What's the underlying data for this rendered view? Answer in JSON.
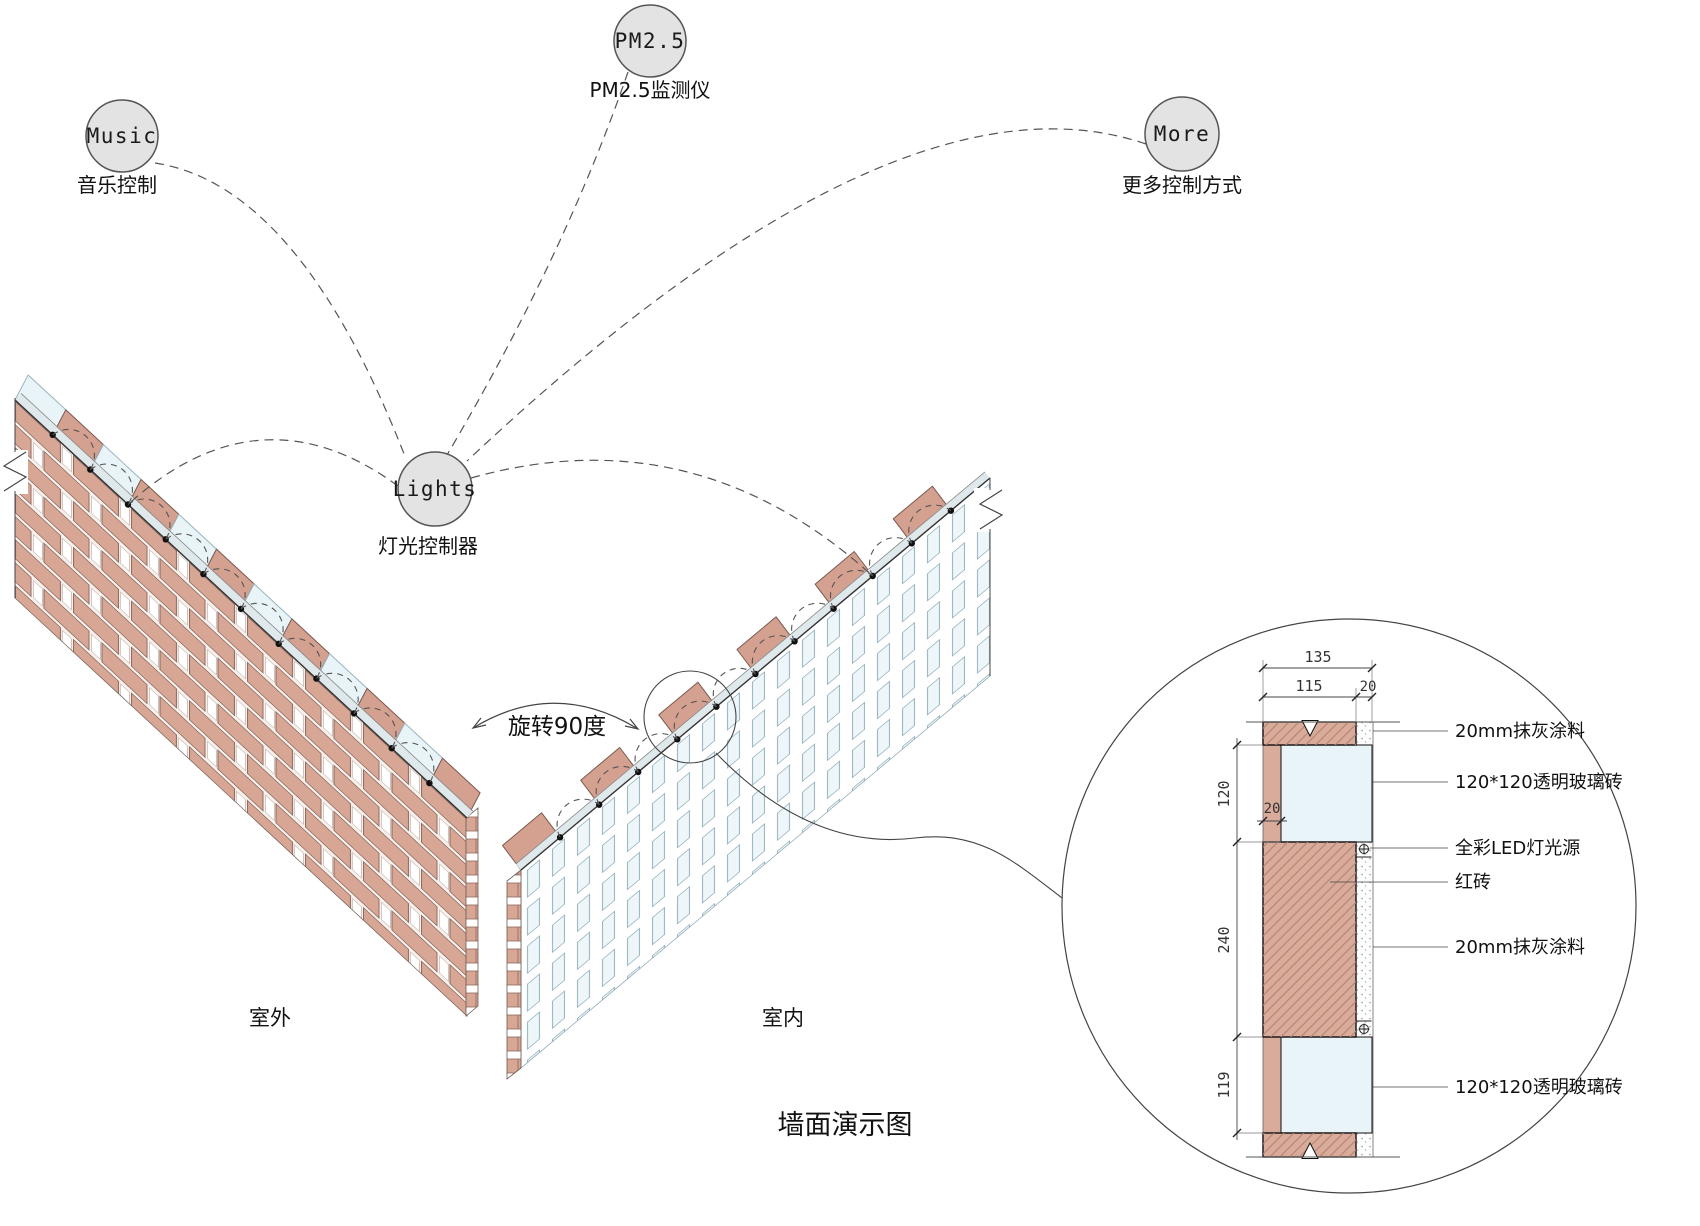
{
  "nodes": {
    "music": {
      "label": "Music",
      "caption": "音乐控制"
    },
    "pm25": {
      "label": "PM2.5",
      "caption": "PM2.5监测仪"
    },
    "more": {
      "label": "More",
      "caption": "更多控制方式"
    },
    "lights": {
      "label": "Lights",
      "caption": "灯光控制器"
    }
  },
  "scene": {
    "rotate_label": "旋转90度",
    "outdoor_label": "室外",
    "indoor_label": "室内",
    "title": "墙面演示图"
  },
  "detail": {
    "dim_135": "135",
    "dim_115": "115",
    "dim_20_top": "20",
    "dim_120": "120",
    "dim_20_inner": "20",
    "dim_240": "240",
    "dim_119": "119",
    "labels": [
      "20mm抹灰涂料",
      "120*120透明玻璃砖",
      "全彩LED灯光源",
      "红砖",
      "20mm抹灰涂料",
      "120*120透明玻璃砖"
    ]
  },
  "colors": {
    "brick": "#d8ab9b",
    "brick_cap": "#d4a090",
    "glass": "#e9f4f9",
    "node_fill": "#e3e3e3",
    "line": "#444444"
  }
}
